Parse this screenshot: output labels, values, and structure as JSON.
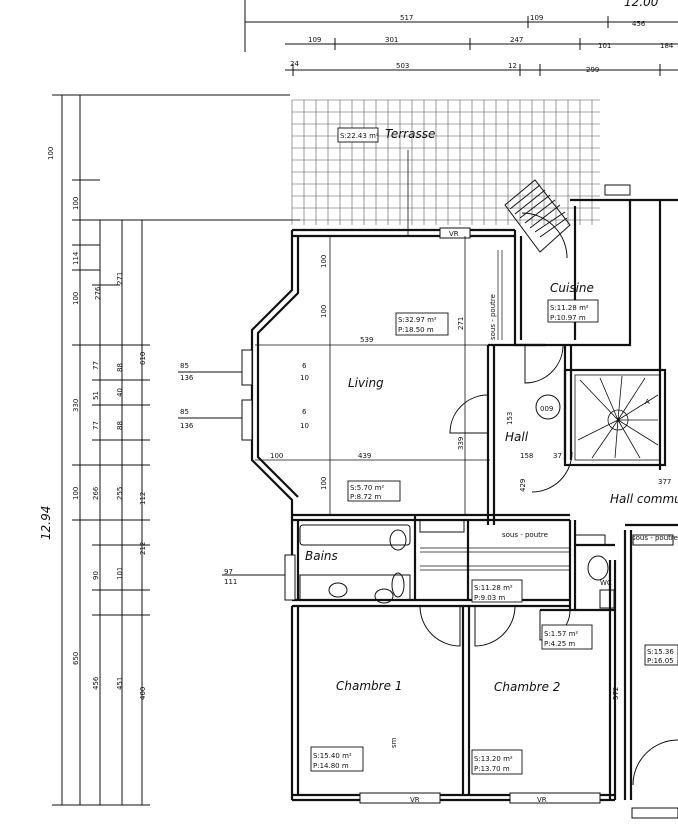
{
  "plan": {
    "overall_width": "12.00",
    "overall_depth": "12.94",
    "rooms": [
      {
        "id": "terrasse",
        "name": "Terrasse",
        "area": "S:22.43 m²",
        "perimeter": ""
      },
      {
        "id": "living",
        "name": "Living",
        "area": "S:32.97 m²",
        "perimeter": "P:18.50 m"
      },
      {
        "id": "cuisine",
        "name": "Cuisine",
        "area": "S:11.28 m²",
        "perimeter": "P:10.97 m"
      },
      {
        "id": "hall",
        "name": "Hall",
        "area": "S:5.70 m²",
        "perimeter": "P:8.72 m"
      },
      {
        "id": "bains",
        "name": "Bains",
        "area": "S:11.28 m²",
        "perimeter": "P:9.03 m"
      },
      {
        "id": "wc",
        "name": "WC",
        "area": "S:1.57 m²",
        "perimeter": "P:4.25 m"
      },
      {
        "id": "chambre1",
        "name": "Chambre 1",
        "area": "S:15.40 m²",
        "perimeter": "P:14.80 m"
      },
      {
        "id": "chambre2",
        "name": "Chambre 2",
        "area": "S:13.20 m²",
        "perimeter": "P:13.70 m"
      },
      {
        "id": "hallcommun",
        "name": "Hall commun",
        "area": "",
        "perimeter": ""
      },
      {
        "id": "neighbor",
        "name": "",
        "area": "S:15.36",
        "perimeter": "P:16.05"
      }
    ],
    "labels": {
      "sous_poutre": "sous - poutre",
      "sous_poutre2": "sous - poutre",
      "sous_poutre3": "sous - poutre",
      "stair_tag": "009",
      "stair_letter": "A",
      "vr": "VR",
      "sm": "sm"
    },
    "top_dims": {
      "row1": [
        "517",
        "109",
        "456"
      ],
      "row2": [
        "109",
        "301",
        "247",
        "101",
        "184"
      ],
      "row3": [
        "24",
        "503",
        "12",
        "299"
      ]
    },
    "left_dims": {
      "col_a": [
        "100",
        "100",
        "114",
        "100",
        "77",
        "51",
        "77",
        "100",
        "12.94"
      ],
      "col_b": [
        "276",
        "330",
        "266",
        "90",
        "456"
      ],
      "col_c": [
        "271",
        "88",
        "40",
        "88",
        "255",
        "101",
        "451"
      ],
      "col_d": [
        "610",
        "112",
        "212",
        "400",
        "650"
      ]
    },
    "misc_dims": [
      "85",
      "136",
      "85",
      "136",
      "6",
      "10",
      "6",
      "10",
      "97",
      "111",
      "539",
      "439",
      "100",
      "100",
      "100",
      "100",
      "271",
      "339",
      "153",
      "158",
      "37",
      "429",
      "377",
      "572"
    ]
  }
}
